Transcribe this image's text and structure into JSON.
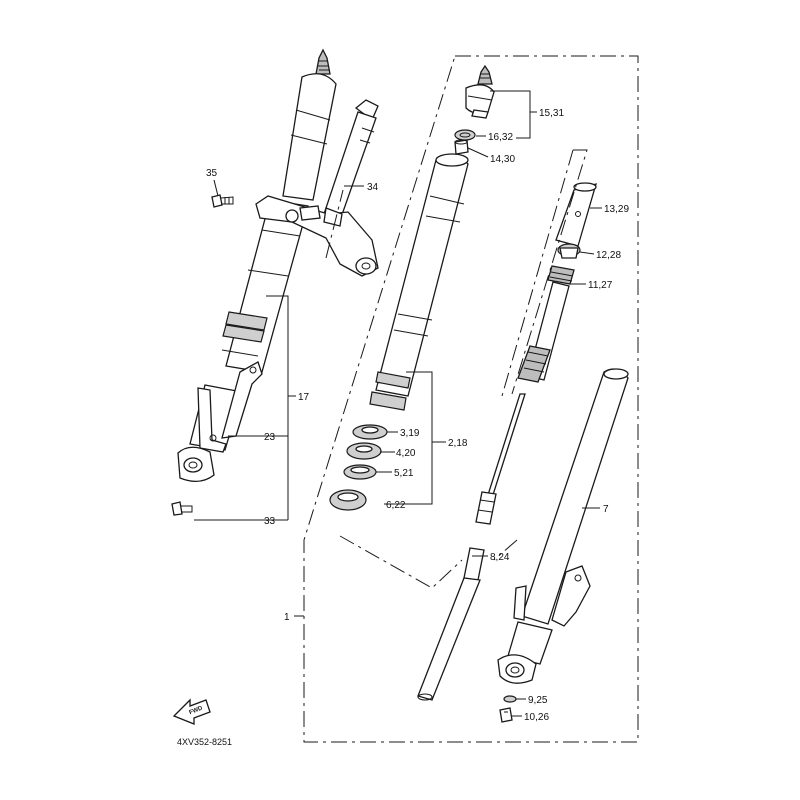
{
  "diagram": {
    "drawing_code": "4XV352-8251",
    "fwd_label": "FWD",
    "callouts": {
      "c1": "1",
      "c7": "7",
      "c17": "17",
      "c23": "23",
      "c33": "33",
      "c34": "34",
      "c35": "35",
      "c2_18": "2,18",
      "c3_19": "3,19",
      "c4_20": "4,20",
      "c5_21": "5,21",
      "c6_22": "6,22",
      "c8_24": "8,24",
      "c9_25": "9,25",
      "c10_26": "10,26",
      "c11_27": "11,27",
      "c12_28": "12,28",
      "c13_29": "13,29",
      "c14_30": "14,30",
      "c15_31": "15,31",
      "c16_32": "16,32"
    }
  }
}
